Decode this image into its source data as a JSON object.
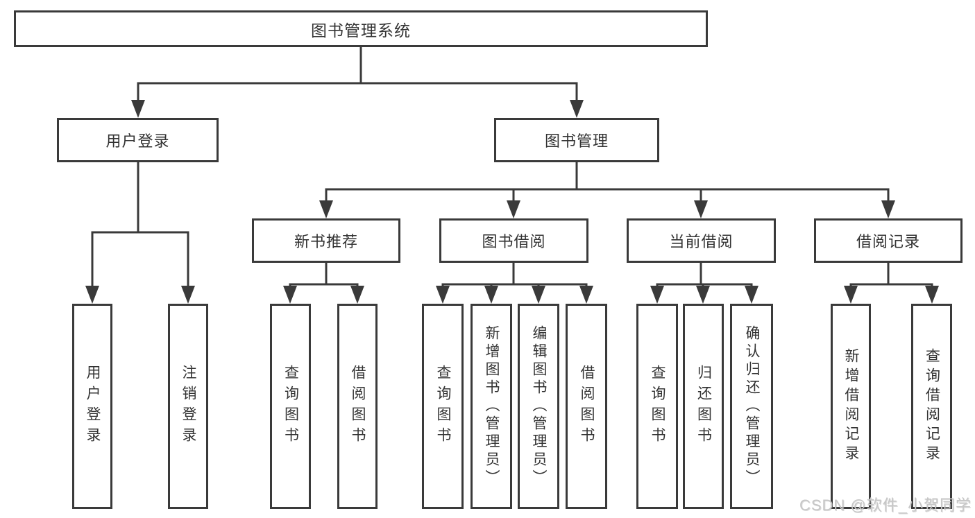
{
  "tree": {
    "label": "图书管理系统",
    "children": [
      {
        "label": "用户登录",
        "children": [
          {
            "label": "用户登录"
          },
          {
            "label": "注销登录"
          }
        ]
      },
      {
        "label": "图书管理",
        "children": [
          {
            "label": "新书推荐",
            "children": [
              {
                "label": "查询图书"
              },
              {
                "label": "借阅图书"
              }
            ]
          },
          {
            "label": "图书借阅",
            "children": [
              {
                "label": "查询图书"
              },
              {
                "label": "新增图书（管理员）"
              },
              {
                "label": "编辑图书（管理员）"
              },
              {
                "label": "借阅图书"
              }
            ]
          },
          {
            "label": "当前借阅",
            "children": [
              {
                "label": "查询图书"
              },
              {
                "label": "归还图书"
              },
              {
                "label": "确认归还（管理员）"
              }
            ]
          },
          {
            "label": "借阅记录",
            "children": [
              {
                "label": "新增借阅记录"
              },
              {
                "label": "查询借阅记录"
              }
            ]
          }
        ]
      }
    ]
  },
  "watermark": {
    "text": "CSDN @软件_小贺同学"
  },
  "colors": {
    "line": "#3a3a3a",
    "text": "#333333",
    "background": "#ffffff",
    "watermark": "#c7c7c7"
  }
}
